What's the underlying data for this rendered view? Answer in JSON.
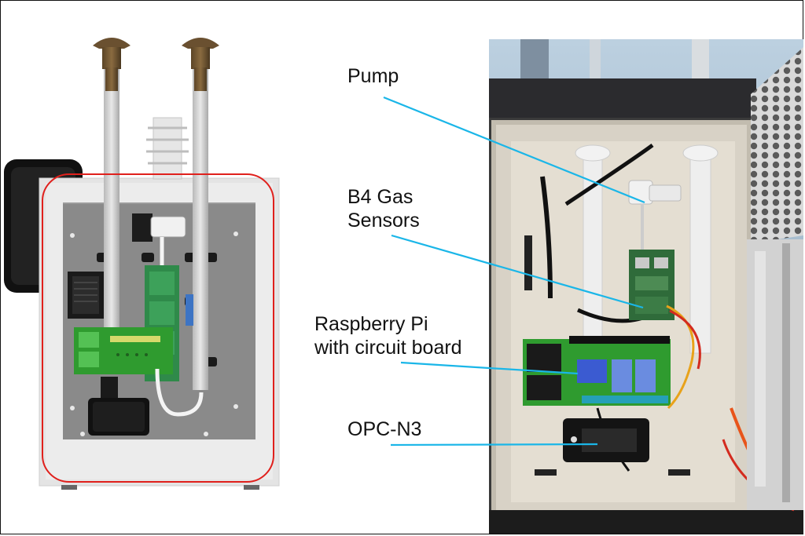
{
  "labels": {
    "pump": "Pump",
    "gas_sensors_line1": "B4 Gas",
    "gas_sensors_line2": "Sensors",
    "raspberry_pi_line1": "Raspberry Pi",
    "raspberry_pi_line2": "with circuit board",
    "opc": "OPC-N3"
  },
  "colors": {
    "pointer_line": "#1ab6e8",
    "highlight_outline": "#e0201c",
    "pcb_green": "#2f9b2f",
    "enclosure_gray": "#e4e4e4",
    "mounting_plate": "#8a8a8a"
  }
}
